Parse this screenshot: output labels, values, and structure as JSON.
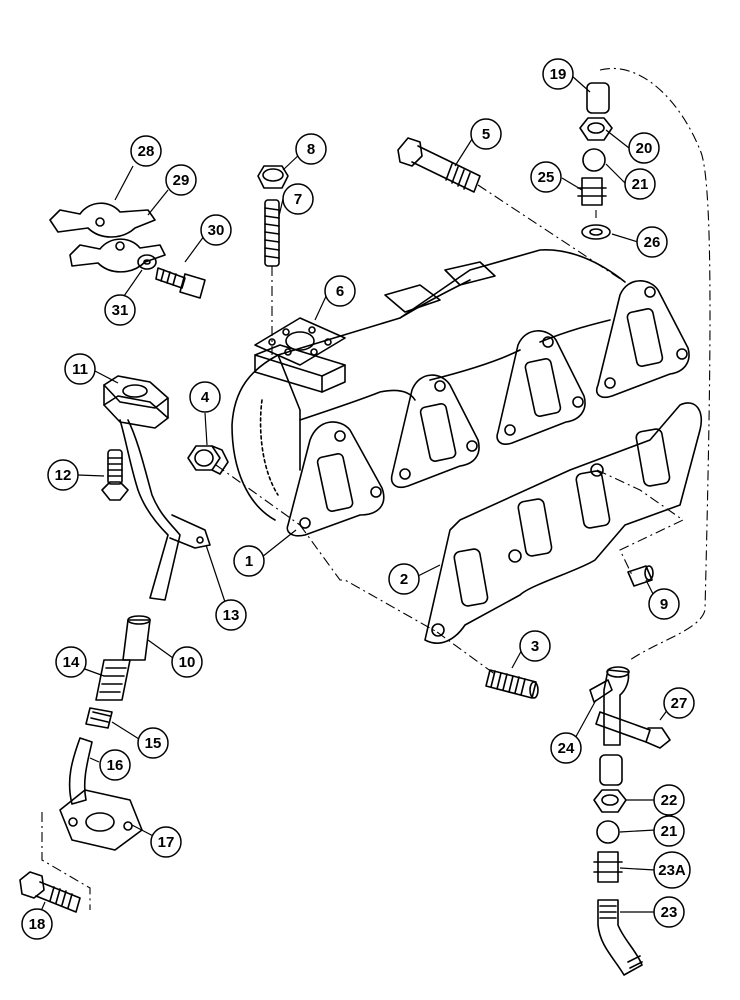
{
  "callouts": {
    "c1": "1",
    "c2": "2",
    "c3": "3",
    "c4": "4",
    "c5": "5",
    "c6": "6",
    "c7": "7",
    "c8": "8",
    "c9": "9",
    "c10": "10",
    "c11": "11",
    "c12": "12",
    "c13": "13",
    "c14": "14",
    "c15": "15",
    "c16": "16",
    "c17": "17",
    "c18": "18",
    "c19": "19",
    "c20": "20",
    "c21a": "21",
    "c21b": "21",
    "c22": "22",
    "c23": "23",
    "c23a": "23A",
    "c24": "24",
    "c25": "25",
    "c26": "26",
    "c27": "27",
    "c28": "28",
    "c29": "29",
    "c30": "30",
    "c31": "31"
  },
  "colors": {
    "line": "#000000",
    "background": "#ffffff"
  }
}
